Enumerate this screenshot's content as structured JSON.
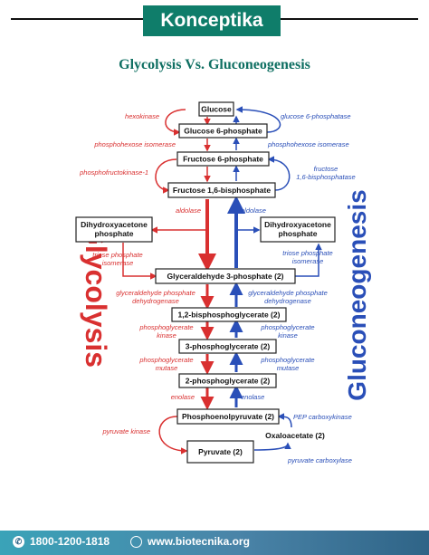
{
  "header": {
    "brand": "Konceptika",
    "title": "Glycolysis Vs. Gluconeogenesis"
  },
  "diagram": {
    "left_label": "Glycolysis",
    "right_label": "Gluconeogenesis",
    "colors": {
      "glycolysis": "#d93030",
      "gluconeogenesis": "#2a4fb8",
      "brand": "#0f7d6a"
    },
    "metabolites": [
      "Glucose",
      "Glucose 6-phosphate",
      "Fructose 6-phosphate",
      "Fructose 1,6-bisphosphate",
      "Dihydroxyacetone phosphate",
      "Dihydroxyacetone phosphate",
      "Glyceraldehyde 3-phosphate (2)",
      "1,2-bisphosphoglycerate (2)",
      "3-phosphoglycerate (2)",
      "2-phosphoglycerate (2)",
      "Phosphoenolpyruvate (2)",
      "Pyruvate (2)",
      "Oxaloacetate (2)"
    ],
    "enzymes_glycolysis": [
      "hexokinase",
      "phosphohexose isomerase",
      "phosphofructokinase-1",
      "aldolase",
      "triose phosphate isomerase",
      "glyceraldehyde phosphate dehydrogenase",
      "phosphoglycerate kinase",
      "phosphoglycerate mutase",
      "enolase",
      "pyruvate kinase"
    ],
    "enzymes_gluconeogenesis": [
      "glucose 6-phosphatase",
      "phosphohexose isomerase",
      "fructose 1,6-bisphosphatase",
      "aldolase",
      "triose phosphate isomerase",
      "glyceraldehyde phosphate dehydrogenase",
      "phosphoglycerate kinase",
      "phosphoglycerate mutase",
      "enolase",
      "PEP carboxykinase",
      "pyruvate carboxylase"
    ]
  },
  "footer": {
    "phone": "1800-1200-1818",
    "website": "www.biotecnika.org",
    "icons": [
      "phone-icon",
      "globe-icon"
    ]
  }
}
